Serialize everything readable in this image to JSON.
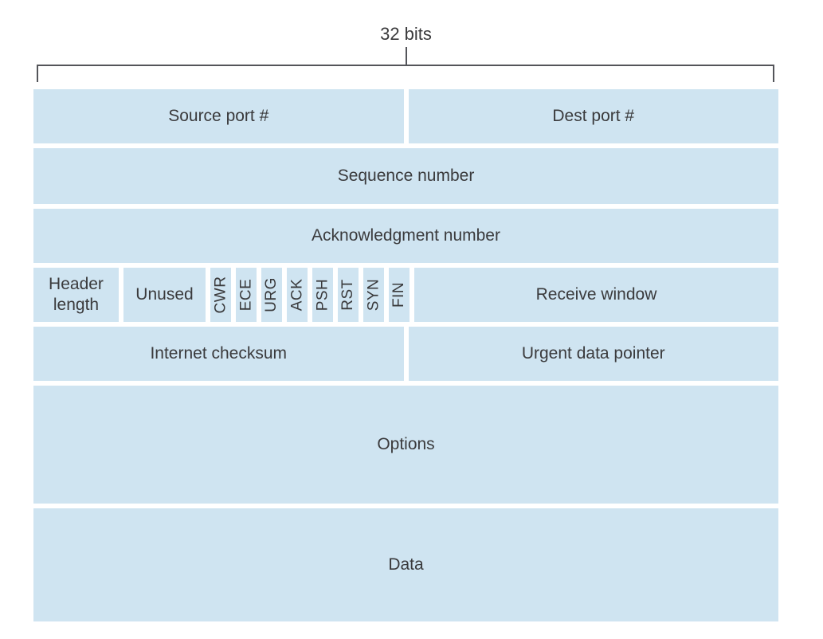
{
  "header": {
    "width_label": "32 bits"
  },
  "colors": {
    "cell_fill": "#cfe4f1",
    "text": "#3a3a3c",
    "line": "#54555a"
  },
  "segment": {
    "row1": {
      "left": "Source port #",
      "right": "Dest port #"
    },
    "row2": "Sequence number",
    "row3": "Acknowledgment number",
    "row4": {
      "header_length": "Header length",
      "unused": "Unused",
      "flags": [
        "CWR",
        "ECE",
        "URG",
        "ACK",
        "PSH",
        "RST",
        "SYN",
        "FIN"
      ],
      "receive_window": "Receive window"
    },
    "row5": {
      "left": "Internet checksum",
      "right": "Urgent data pointer"
    },
    "row6": "Options",
    "row7": "Data"
  }
}
